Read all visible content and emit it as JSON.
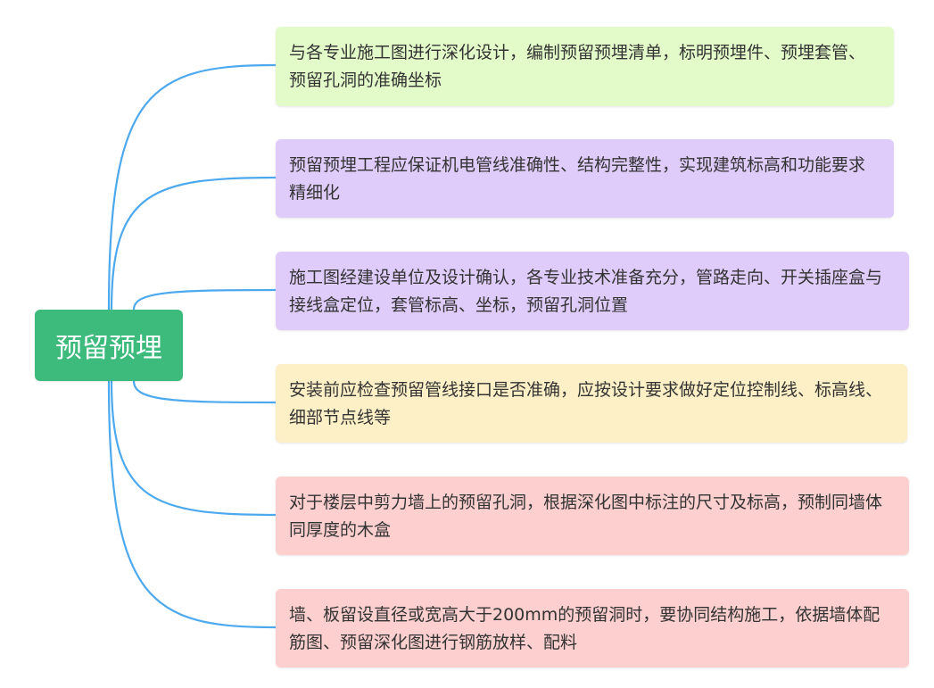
{
  "colors": {
    "root_fill": "#3dbb7c",
    "connector": "#4da9ee",
    "green_box": "#e3fbc9",
    "purple_box": "#e0ccfb",
    "yellow_box": "#fdf0c6",
    "pink_box": "#fdcfcf"
  },
  "root": {
    "label": "预留预埋"
  },
  "branches": [
    {
      "text": "与各专业施工图进行深化设计，编制预留预埋清单，标明预埋件、预埋套管、预留孔洞的准确坐标",
      "color": "#e3fbc9"
    },
    {
      "text": "预留预埋工程应保证机电管线准确性、结构完整性，实现建筑标高和功能要求精细化",
      "color": "#e0ccfb"
    },
    {
      "text": "施工图经建设单位及设计确认，各专业技术准备充分，管路走向、开关插座盒与接线盒定位，套管标高、坐标，预留孔洞位置",
      "color": "#e0ccfb"
    },
    {
      "text": "安装前应检查预留管线接口是否准确，应按设计要求做好定位控制线、标高线、细部节点线等",
      "color": "#fdf0c6"
    },
    {
      "text": "对于楼层中剪力墙上的预留孔洞，根据深化图中标注的尺寸及标高，预制同墙体同厚度的木盒",
      "color": "#fdcfcf"
    },
    {
      "text": "墙、板留设直径或宽高大于200mm的预留洞时，要协同结构施工，依据墙体配筋图、预留深化图进行钢筋放样、配料",
      "color": "#fdcfcf"
    }
  ]
}
